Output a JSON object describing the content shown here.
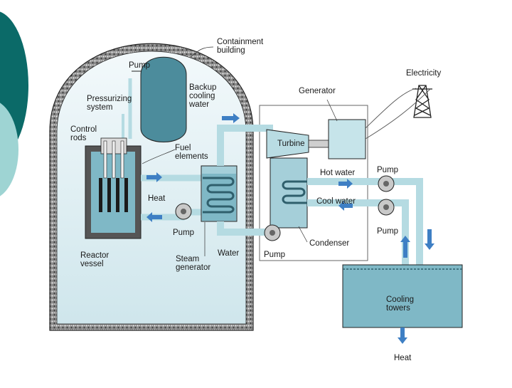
{
  "colors": {
    "accent_dark": "#0b6a68",
    "accent_light": "#9ed4d3",
    "building_fill": "#e3f1f4",
    "water": "#7fb8c6",
    "water_dark": "#4c8c9c",
    "pipe": "#b5dbe2",
    "outline": "#2a2a2a",
    "arrow": "#3e7fc4"
  },
  "labels": {
    "containment_building": "Containment\nbuilding",
    "pump_top": "Pump",
    "pressurizing_system": "Pressurizing\nsystem",
    "backup_cooling_water": "Backup\ncooling\nwater",
    "control_rods": "Control\nrods",
    "fuel_elements": "Fuel\nelements",
    "heat_left": "Heat",
    "pump_mid": "Pump",
    "reactor_vessel": "Reactor\nvessel",
    "steam_generator": "Steam\ngenerator",
    "water": "Water",
    "pump_bottom": "Pump",
    "generator": "Generator",
    "turbine": "Turbine",
    "hot_water": "Hot water",
    "cool_water": "Cool water",
    "condenser": "Condenser",
    "pump_right_top": "Pump",
    "pump_right_bottom": "Pump",
    "electricity": "Electricity",
    "cooling_towers": "Cooling\ntowers",
    "heat_bottom": "Heat"
  }
}
